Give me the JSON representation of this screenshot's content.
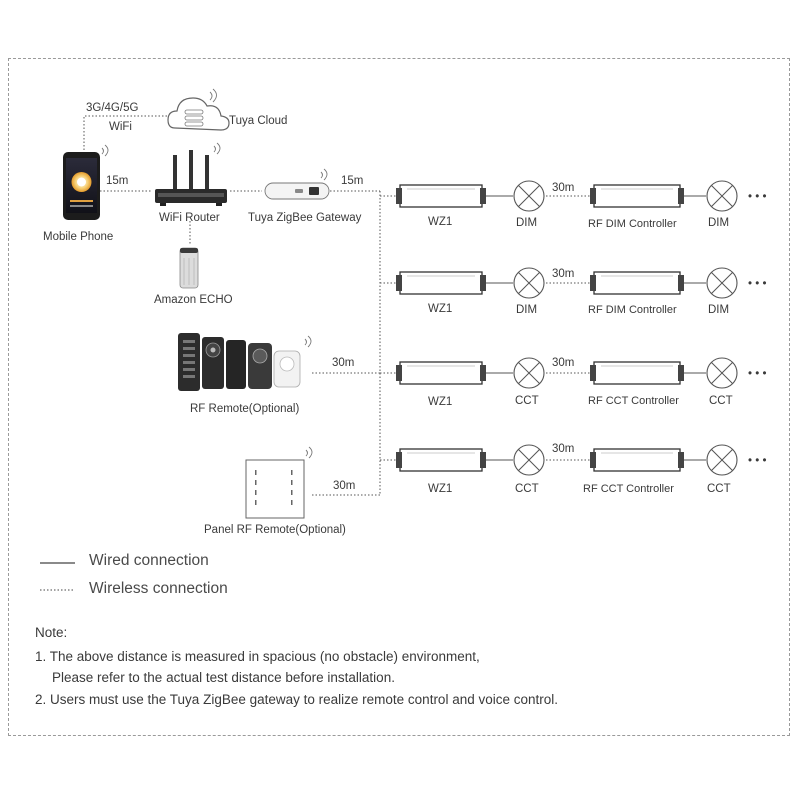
{
  "labels": {
    "network": "3G/4G/5G",
    "wifi": "WiFi",
    "cloud": "Tuya Cloud",
    "mobile_phone": "Mobile Phone",
    "wifi_router": "WiFi Router",
    "gateway": "Tuya ZigBee Gateway",
    "amazon_echo": "Amazon ECHO",
    "rf_remote": "RF Remote(Optional)",
    "panel_remote": "Panel RF Remote(Optional)"
  },
  "distances": {
    "phone_router": "15m",
    "gateway_bus": "15m",
    "rf_remote": "30m",
    "panel_remote": "30m"
  },
  "rows": [
    {
      "receiver": "WZ1",
      "load1": "DIM",
      "distance": "30m",
      "controller": "RF DIM Controller",
      "load2": "DIM",
      "more": "• • •"
    },
    {
      "receiver": "WZ1",
      "load1": "DIM",
      "distance": "30m",
      "controller": "RF DIM Controller",
      "load2": "DIM",
      "more": "• • •"
    },
    {
      "receiver": "WZ1",
      "load1": "CCT",
      "distance": "30m",
      "controller": "RF CCT Controller",
      "load2": "CCT",
      "more": "• • •"
    },
    {
      "receiver": "WZ1",
      "load1": "CCT",
      "distance": "30m",
      "controller": "RF CCT Controller",
      "load2": "CCT",
      "more": "• • •"
    }
  ],
  "legend": {
    "wired": "Wired connection",
    "wireless": "Wireless connection"
  },
  "notes": {
    "title": "Note:",
    "line1": "1. The above distance is measured in spacious (no obstacle) environment,",
    "line1b": "Please refer to the actual test distance before installation.",
    "line2": "2. Users must use the Tuya ZigBee gateway to realize remote control and voice control."
  }
}
